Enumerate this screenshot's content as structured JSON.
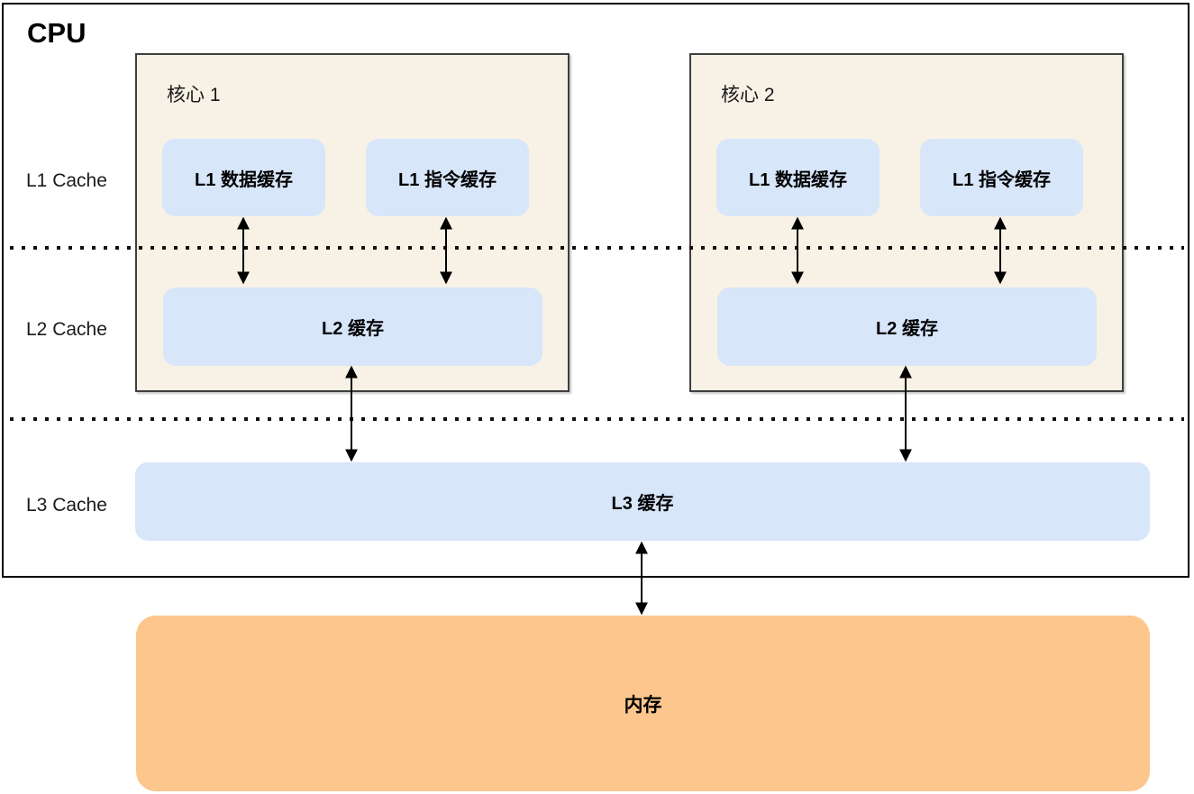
{
  "cpu_label": "CPU",
  "side_labels": {
    "l1": "L1 Cache",
    "l2": "L2 Cache",
    "l3": "L3 Cache"
  },
  "cores": [
    {
      "name": "核心 1",
      "l1_data_label": "L1 数据缓存",
      "l1_instr_label": "L1 指令缓存",
      "l2_label": "L2 缓存"
    },
    {
      "name": "核心 2",
      "l1_data_label": "L1 数据缓存",
      "l1_instr_label": "L1 指令缓存",
      "l2_label": "L2 缓存"
    }
  ],
  "l3_label": "L3 缓存",
  "memory_label": "内存",
  "colors": {
    "core_fill": "#f7f2e5",
    "cache_fill": "#d8e6fa",
    "memory_fill": "#fcc68c",
    "line_color": "#000000"
  }
}
